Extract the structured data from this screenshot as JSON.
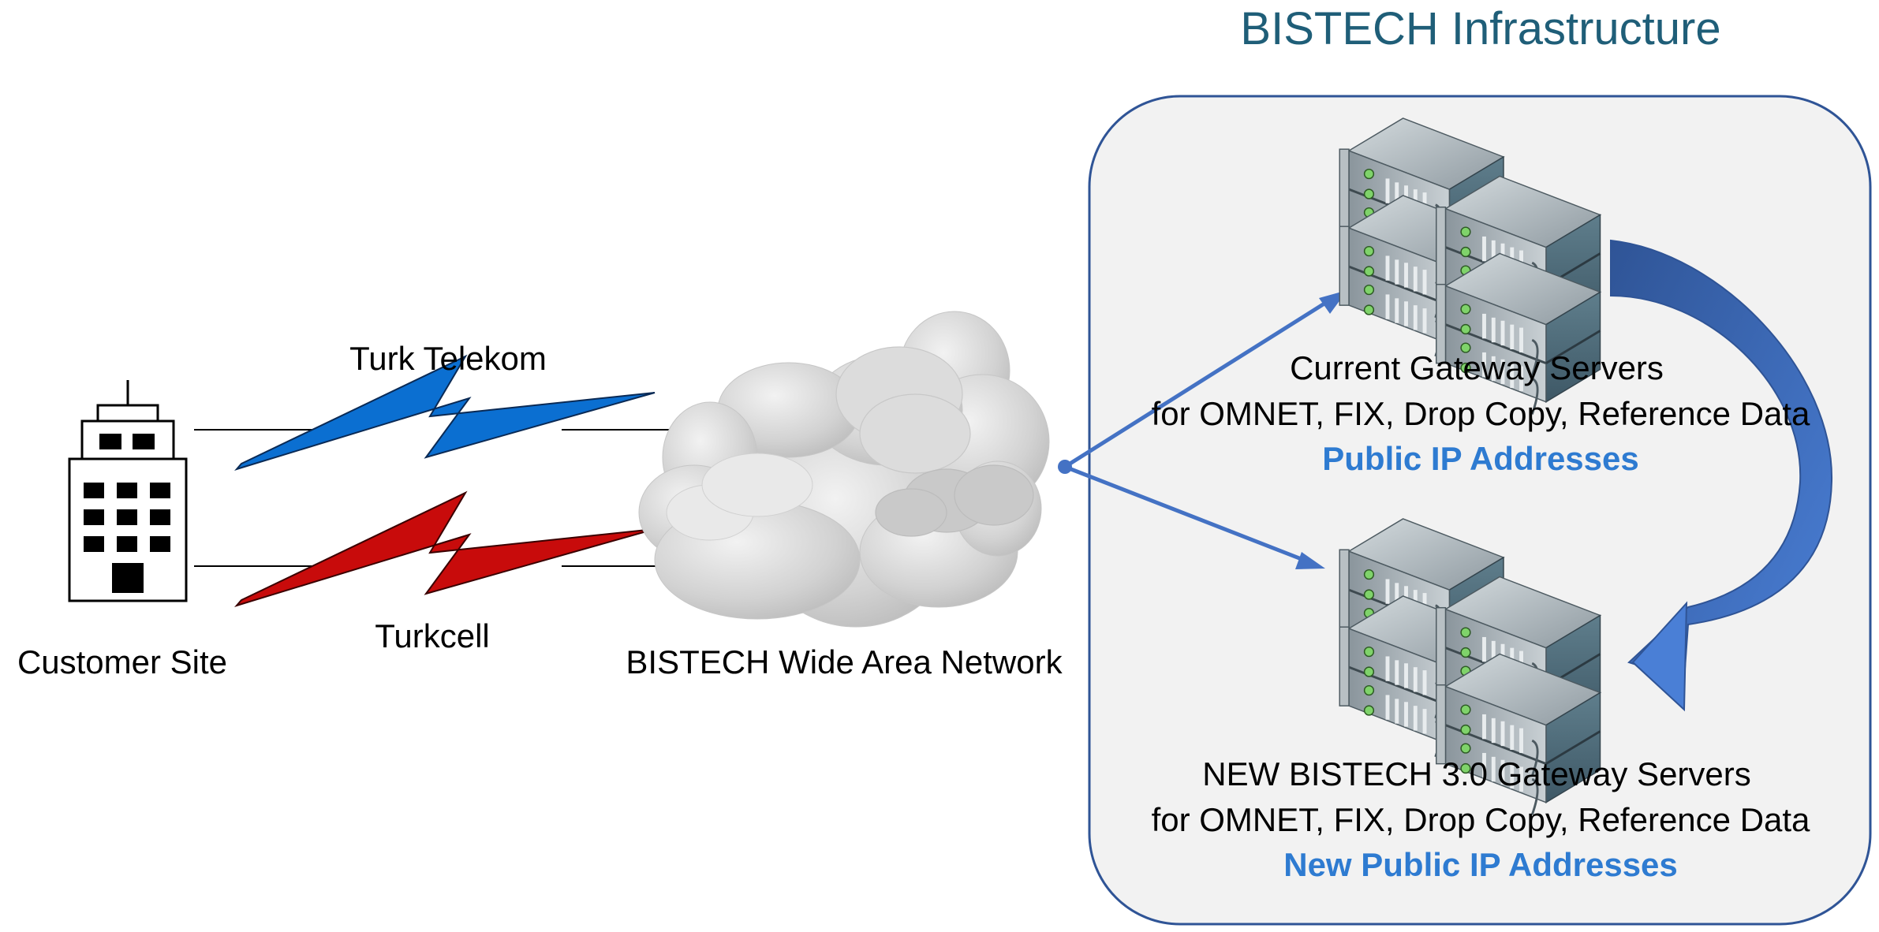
{
  "title": "BISTECH Infrastructure",
  "customer_site": "Customer Site",
  "wan_label": "BISTECH Wide Area Network",
  "links": {
    "top": {
      "label": "Turk Telekom",
      "color": "#0b6fd1"
    },
    "bottom": {
      "label": "Turkcell",
      "color": "#c80b0b"
    }
  },
  "current_gateway": {
    "line1": "Current Gateway Servers",
    "line2": "for OMNET, FIX, Drop Copy, Reference Data",
    "line3": "Public IP Addresses"
  },
  "new_gateway": {
    "line1": "NEW BISTECH 3.0 Gateway Servers",
    "line2": "for OMNET, FIX, Drop Copy, Reference Data",
    "line3": "New Public IP Addresses"
  },
  "colors": {
    "title": "#1f5e78",
    "accent_text": "#2e7bd1",
    "infra_border": "#2f5496",
    "infra_fill": "#f2f2f2",
    "arrow": "#4472c4",
    "migration_arrow": "#3a63b8"
  }
}
